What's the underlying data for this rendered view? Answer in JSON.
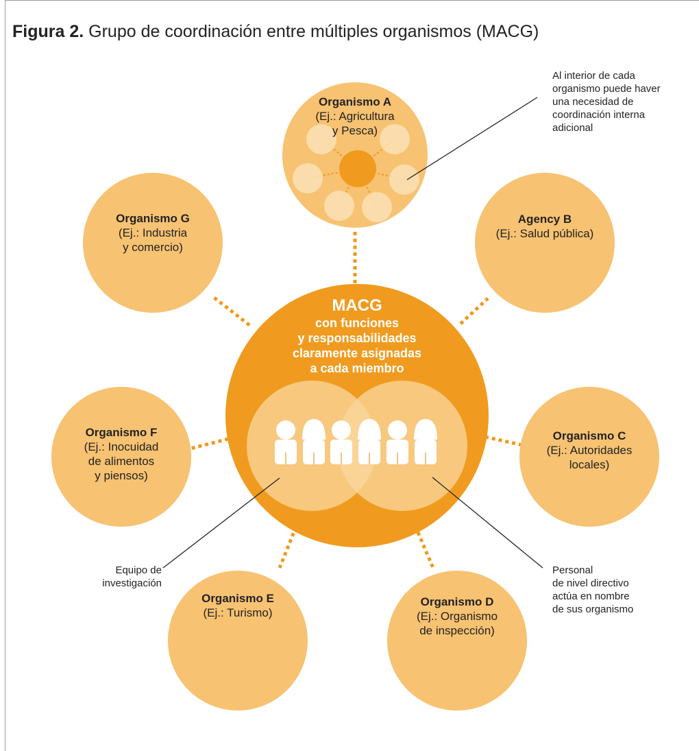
{
  "figure": {
    "label": "Figura 2.",
    "title": "Grupo de coordinación entre múltiples organismos (MACG)"
  },
  "center": {
    "title": "MACG",
    "subtitle": "con funciones\ny responsabilidades\nclaramente asignadas\na cada miembro"
  },
  "agencies": {
    "a": {
      "name": "Organismo A",
      "example": "(Ej.: Agricultura\ny Pesca)"
    },
    "b": {
      "name": "Agency B",
      "example": "(Ej.: Salud pública)"
    },
    "c": {
      "name": "Organismo C",
      "example": "(Ej.: Autoridades\nlocales)"
    },
    "d": {
      "name": "Organismo D",
      "example": "(Ej.: Organismo\nde inspección)"
    },
    "e": {
      "name": "Organismo E",
      "example": "(Ej.: Turismo)"
    },
    "f": {
      "name": "Organismo F",
      "example": "(Ej.: Inocuidad\nde alimentos\ny piensos)"
    },
    "g": {
      "name": "Organismo G",
      "example": "(Ej.: Industria\ny comercio)"
    }
  },
  "notes": {
    "internal": "Al interior de cada\norganismo puede haver\nuna necesidad de\ncoordinación interna\nadicional",
    "team": "Equipo de\ninvestigación",
    "staff": "Personal\nde nivel directivo\nactúa en nombre\nde sus organismo"
  },
  "colors": {
    "agency_fill": "#f7c272",
    "center_fill": "#f09b1f",
    "dots": "#ee9a1c",
    "inner_fill": "#f9d49c"
  }
}
